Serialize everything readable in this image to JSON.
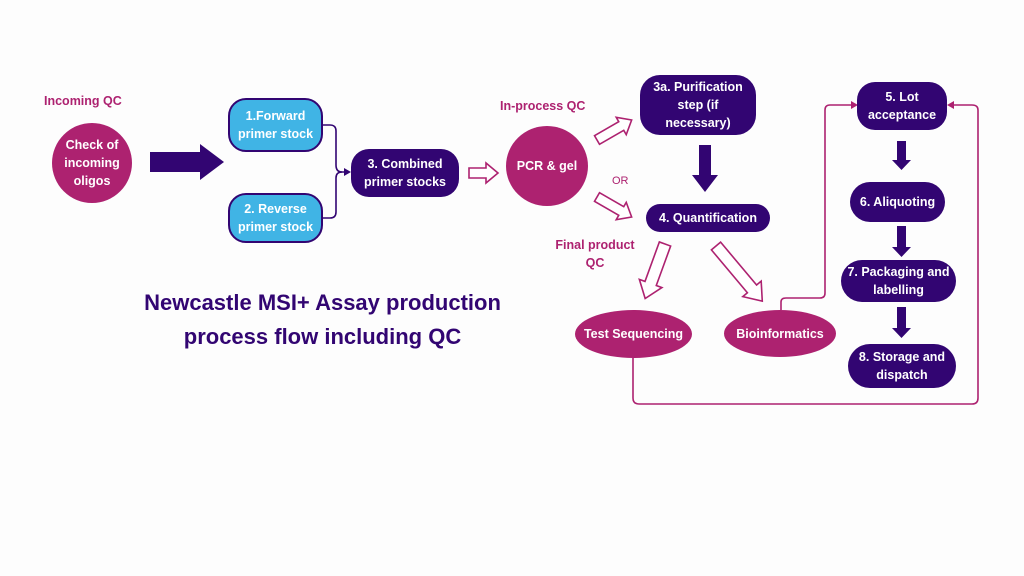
{
  "title": "Newcastle MSI+ Assay production process flow including QC",
  "title_lines": [
    "Newcastle MSI+ Assay production",
    "process flow including QC"
  ],
  "labels": {
    "incoming_qc": "Incoming QC",
    "in_process_qc": "In-process QC",
    "final_qc_line1": "Final product",
    "final_qc_line2": "QC",
    "or": "OR"
  },
  "nodes": {
    "check_oligos": [
      "Check of",
      "incoming",
      "oligos"
    ],
    "forward": [
      "1.Forward",
      "primer stock"
    ],
    "reverse": [
      "2. Reverse",
      "primer stock"
    ],
    "combined": [
      "3. Combined",
      "primer stocks"
    ],
    "pcr": "PCR & gel",
    "purification": [
      "3a. Purification",
      "step (if",
      "necessary)"
    ],
    "quantification": "4. Quantification",
    "test_sequencing": "Test Sequencing",
    "bioinformatics": "Bioinformatics",
    "lot_acceptance": [
      "5. Lot",
      "acceptance"
    ],
    "aliquoting": "6. Aliquoting",
    "packaging": [
      "7. Packaging and",
      "labelling"
    ],
    "storage": [
      "8. Storage and",
      "dispatch"
    ]
  },
  "colors": {
    "purple": "#320572",
    "magenta": "#ad2270",
    "blue": "#40b4e5"
  }
}
